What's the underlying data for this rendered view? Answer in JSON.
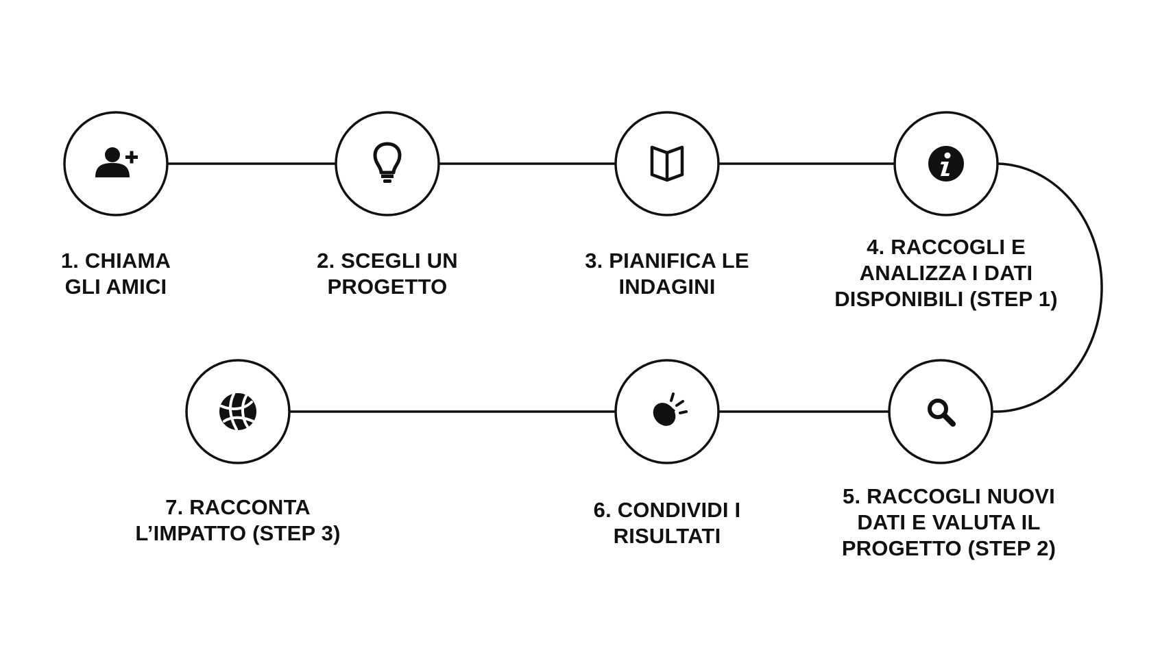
{
  "colors": {
    "line": "#111111",
    "circle_fill": "#ffffff",
    "icon": "#111111",
    "text": "#111111"
  },
  "steps": [
    {
      "lines": [
        "1. CHIAMA",
        "GLI AMICI"
      ],
      "icon": "add-user-icon"
    },
    {
      "lines": [
        "2. SCEGLI UN",
        "PROGETTO"
      ],
      "icon": "lightbulb-icon"
    },
    {
      "lines": [
        "3. PIANIFICA LE",
        "INDAGINI"
      ],
      "icon": "open-book-icon"
    },
    {
      "lines": [
        "4. RACCOGLI E",
        "ANALIZZA I DATI",
        "DISPONIBILI (STEP 1)"
      ],
      "icon": "info-icon"
    },
    {
      "lines": [
        "5. RACCOGLI NUOVI",
        "DATI E VALUTA IL",
        "PROGETTO (STEP 2)"
      ],
      "icon": "search-icon"
    },
    {
      "lines": [
        "6. CONDIVIDI I",
        "RISULTATI"
      ],
      "icon": "flashlight-icon"
    },
    {
      "lines": [
        "7. RACCONTA",
        "L’IMPATTO (STEP 3)"
      ],
      "icon": "globe-icon"
    }
  ]
}
